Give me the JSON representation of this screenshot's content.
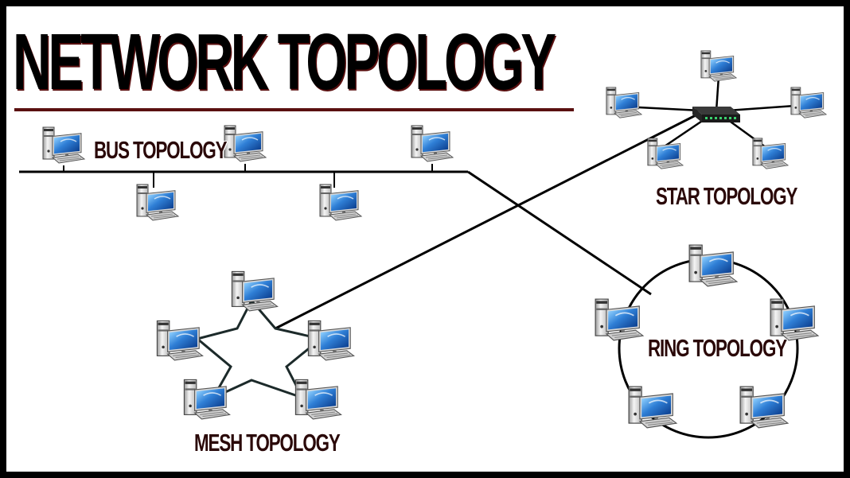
{
  "title": "NETWORK TOPOLOGY",
  "labels": {
    "bus": "BUS TOPOLOGY",
    "star": "STAR TOPOLOGY",
    "ring": "RING TOPOLOGY",
    "mesh": "MESH TOPOLOGY"
  },
  "colors": {
    "text": "#2a0808",
    "line": "#000000",
    "title_underline": "#5a1010",
    "screen": "#2f7fd6",
    "tower": "#e8e8e8",
    "hub": "#1a1a1a",
    "hub_leds": "#3bd16f",
    "border": "#000000",
    "background": "#ffffff"
  },
  "icons": {
    "computer": "desktop-computer-icon",
    "hub": "network-switch-icon"
  }
}
